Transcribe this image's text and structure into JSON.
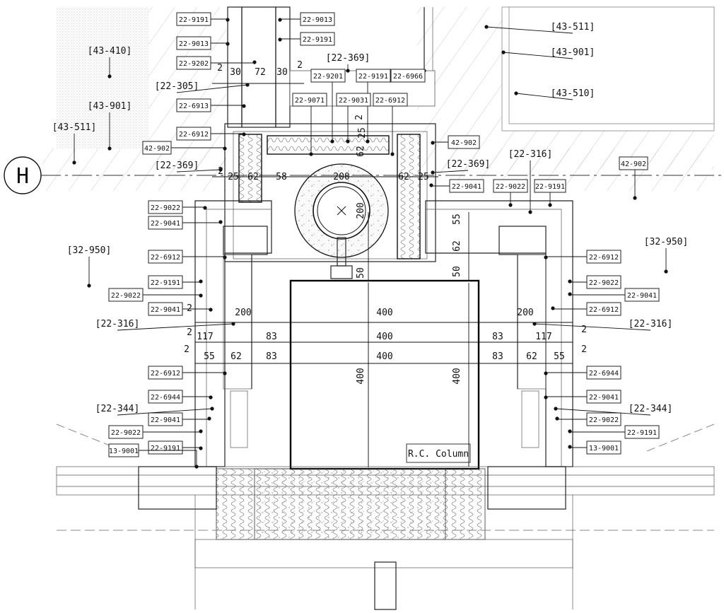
{
  "grid": {
    "label": "H"
  },
  "column": {
    "label": "R.C. Column"
  },
  "tags": [
    "22-9191",
    "22-9013",
    "22-9013",
    "22-9191",
    "22-9202",
    "22-9201",
    "22-9191",
    "22-6966",
    "22-6913",
    "22-9071",
    "22-9031",
    "22-6912",
    "22-6912",
    "42-902",
    "42-902",
    "42-902",
    "22-9022",
    "22-9041",
    "22-9041",
    "22-9022",
    "22-9191",
    "22-6912",
    "22-6912",
    "22-9191",
    "22-9022",
    "22-9022",
    "22-9041",
    "22-9041",
    "22-6912",
    "22-6912",
    "22-6944",
    "22-6944",
    "22-9041",
    "22-9041",
    "22-9022",
    "22-9022",
    "22-9191",
    "22-9191",
    "13-9001",
    "13-9001"
  ],
  "refs": [
    "[43-410]",
    "[43-901]",
    "[43-511]",
    "[43-511]",
    "[43-901]",
    "[43-510]",
    "[22-305]",
    "[22-369]",
    "[22-369]",
    "[22-369]",
    "[22-316]",
    "[32-950]",
    "[32-950]",
    "[22-316]",
    "[22-316]",
    "[22-344]",
    "[22-344]"
  ],
  "dims": [
    "2",
    "30",
    "72",
    "30",
    "2",
    "2",
    "25",
    "62",
    "58",
    "200",
    "62",
    "25",
    "200",
    "55",
    "62",
    "50",
    "50",
    "200",
    "200",
    "400",
    "400",
    "400",
    "83",
    "83",
    "83",
    "83",
    "117",
    "117",
    "55",
    "62",
    "62",
    "55",
    "2",
    "2",
    "2",
    "2",
    "400",
    "400",
    "2",
    "2",
    "25",
    "62"
  ]
}
